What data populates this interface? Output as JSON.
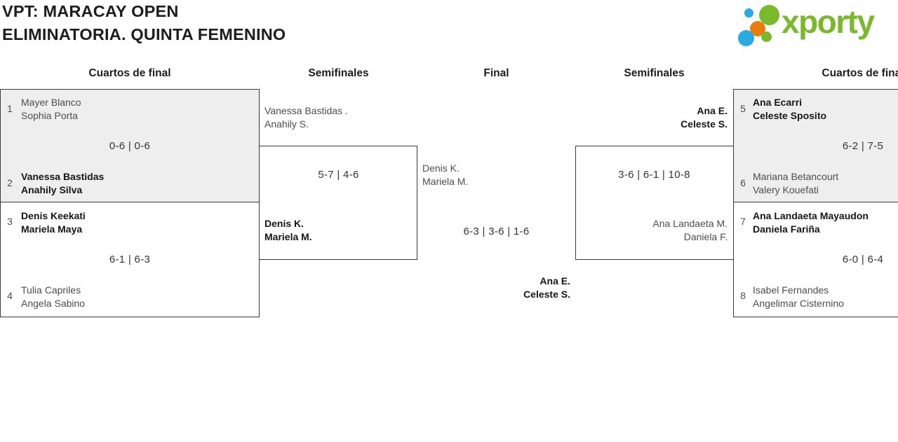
{
  "header": {
    "title_line1": "VPT: MARACAY OPEN",
    "title_line2": "ELIMINATORIA. QUINTA FEMENINO",
    "logo_text": "xporty",
    "logo_colors": {
      "blue": "#29abe2",
      "green": "#7ab82c",
      "orange": "#e87d0d"
    }
  },
  "theme": {
    "box_gray": "#eeeeee",
    "border": "#3a3a3a",
    "winner_text": "#161616",
    "loser_text": "#4d4d4d"
  },
  "columns": [
    "Cuartos de final",
    "Semifinales",
    "Final",
    "Semifinales",
    "Cuartos de final"
  ],
  "bracket": {
    "qf_left": [
      {
        "seed_top": "1",
        "team_top": [
          "Mayer Blanco",
          "Sophia Porta"
        ],
        "score": "0-6 | 0-6",
        "seed_bottom": "2",
        "team_bottom": [
          "Vanessa Bastidas",
          "Anahily Silva"
        ],
        "winner": "bottom"
      },
      {
        "seed_top": "3",
        "team_top": [
          "Denis Keekati",
          "Mariela Maya"
        ],
        "score": "6-1 | 6-3",
        "seed_bottom": "4",
        "team_bottom": [
          "Tulia Capriles",
          "Angela Sabino"
        ],
        "winner": "top"
      }
    ],
    "sf_left": {
      "team_top": [
        "Vanessa Bastidas .",
        "Anahily S."
      ],
      "score": "5-7 | 4-6",
      "team_bottom": [
        "Denis K.",
        "Mariela M."
      ],
      "winner": "bottom"
    },
    "final": {
      "team_top": [
        "Denis K.",
        "Mariela M."
      ],
      "score": "6-3 | 3-6 | 1-6",
      "team_bottom": [
        "Ana E.",
        "Celeste S."
      ],
      "winner": "bottom"
    },
    "sf_right": {
      "team_top": [
        "Ana E.",
        "Celeste S."
      ],
      "score": "3-6 | 6-1 | 10-8",
      "team_bottom": [
        "Ana Landaeta M.",
        "Daniela F."
      ],
      "winner": "top"
    },
    "qf_right": [
      {
        "seed_top": "5",
        "team_top": [
          "Ana Ecarri",
          "Celeste Sposito"
        ],
        "score": "6-2 | 7-5",
        "seed_bottom": "6",
        "team_bottom": [
          "Mariana Betancourt",
          "Valery Kouefati"
        ],
        "winner": "top"
      },
      {
        "seed_top": "7",
        "team_top": [
          "Ana Landaeta Mayaudon",
          "Daniela Fariña"
        ],
        "score": "6-0 | 6-4",
        "seed_bottom": "8",
        "team_bottom": [
          "Isabel Fernandes",
          "Angelimar Cisternino"
        ],
        "winner": "top"
      }
    ]
  }
}
